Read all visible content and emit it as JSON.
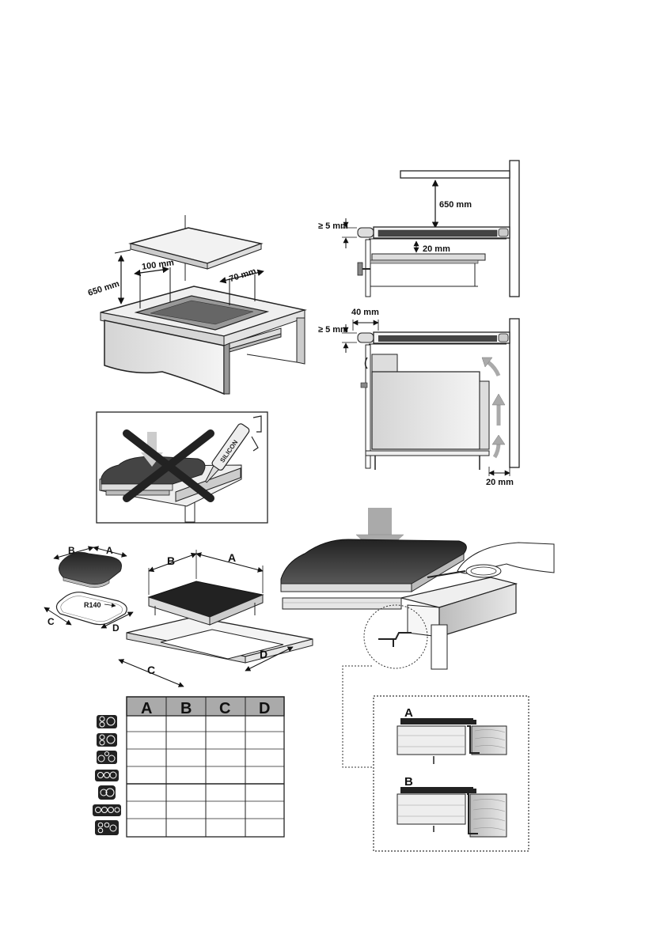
{
  "top_left": {
    "height_label": "650 mm",
    "left_gap_label": "100 mm",
    "right_gap_label": "70 mm"
  },
  "right_top": {
    "height_label": "650 mm",
    "min_gap_label": "≥ 5 mm",
    "under_gap_label": "20 mm"
  },
  "right_middle": {
    "side_gap_label": "40 mm",
    "min_gap_label": "≥ 5 mm",
    "back_gap_label": "20 mm"
  },
  "sealant": {
    "tube_text": "SILICON"
  },
  "cutout": {
    "label_a": "A",
    "label_b": "B",
    "label_c": "C",
    "label_d": "D",
    "radius_label": "R140"
  },
  "table": {
    "headers": [
      "A",
      "B",
      "C",
      "D"
    ],
    "rows": [
      {
        "icon": "hob-layout-1-icon",
        "cells": [
          "",
          "",
          "",
          ""
        ]
      },
      {
        "icon": "hob-layout-2-icon",
        "cells": [
          "",
          "",
          "",
          ""
        ]
      },
      {
        "icon": "hob-layout-3-icon",
        "cells": [
          "",
          "",
          "",
          ""
        ]
      },
      {
        "icon": "hob-layout-4-icon",
        "cells": [
          "",
          "",
          "",
          ""
        ]
      },
      {
        "icon": "hob-layout-5-icon",
        "cells": [
          "",
          "",
          "",
          ""
        ]
      },
      {
        "icon": "hob-layout-6-icon",
        "cells": [
          "",
          "",
          "",
          ""
        ]
      },
      {
        "icon": "hob-layout-7-icon",
        "cells": [
          "",
          "",
          "",
          ""
        ]
      }
    ]
  },
  "fixing": {
    "label_a": "A",
    "label_b": "B"
  }
}
